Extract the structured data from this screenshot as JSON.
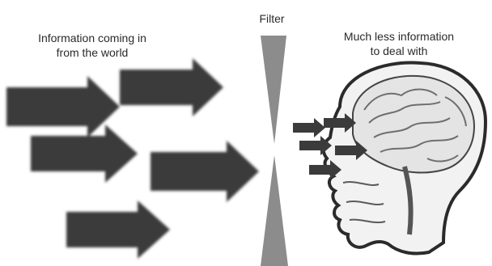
{
  "labels": {
    "incoming_line1": "Information coming in",
    "incoming_line2": "from the world",
    "filter": "Filter",
    "reduced_line1": "Much less information",
    "reduced_line2": "to deal with"
  },
  "colors": {
    "arrow": "#3b3b3b",
    "filter": "#8c8c8c",
    "head_outline": "#2b2b2b",
    "head_fill": "#f2f2f2",
    "brain_fold": "#6e6e6e"
  },
  "icons": {
    "head": "head-cross-section-icon"
  }
}
